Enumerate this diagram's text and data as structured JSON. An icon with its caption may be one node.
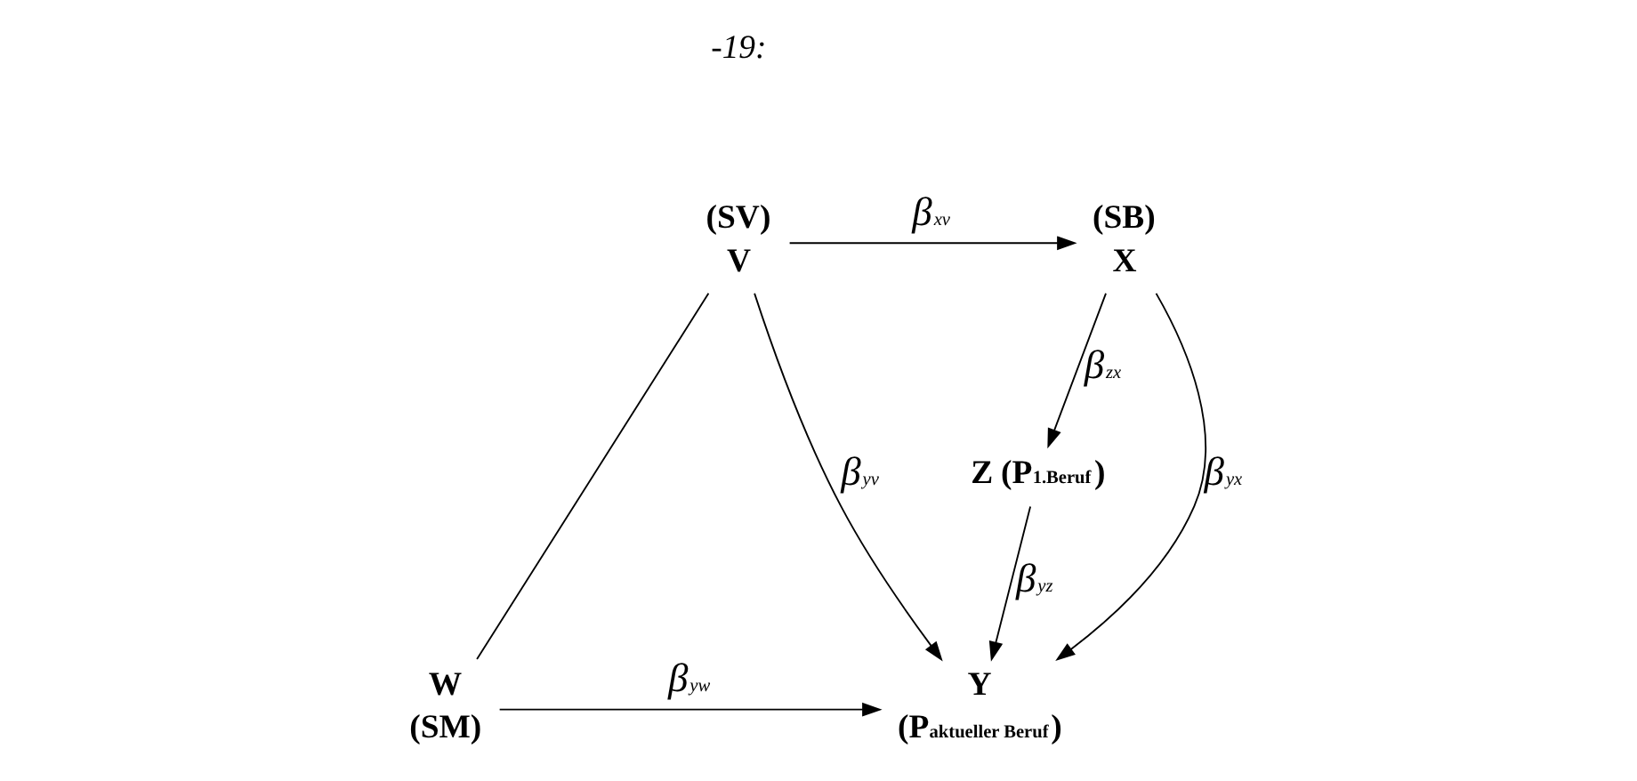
{
  "diagram": {
    "nodes": [
      {
        "text": [
          "V"
        ],
        "beside": [
          "(SV)"
        ]
      },
      {
        "text": [
          "X"
        ],
        "beside": [
          "(SB)"
        ]
      },
      {
        "text": [
          "Z"
        ],
        "beside": [
          "(P$_{1.Beruf}$)"
        ]
      },
      {
        "text": [
          "W"
        ],
        "beside": [
          "(SM)"
        ]
      },
      {
        "text": [
          "Y"
        ],
        "beside": [
          "(P$_{aktueller Beruf}$)"
        ]
      }
    ],
    "edges": [
      {
        "from": 0,
        "to": 1,
        "arrow": "to",
        "label": "β$_{xv}$"
      },
      {
        "from": 0,
        "to": 4,
        "arrow": "to",
        "label": "β$_{yv}$"
      },
      {
        "from": 1,
        "to": 4,
        "arrow": "to",
        "label": "β$_{yx}$"
      },
      {
        "from": 1,
        "to": 2,
        "arrow": "to",
        "label": "β$_{zx}$"
      },
      {
        "from": 2,
        "to": 4,
        "arrow": "to",
        "label": "β$_{yz}$"
      },
      {
        "from": 3,
        "to": 4,
        "arrow": "to",
        "label": "β$_{yw}$"
      },
      {
        "from": 0,
        "to": 3,
        "arrow": "none"
      }
    ],
    "labels": [
      "-19:"
    ]
  }
}
